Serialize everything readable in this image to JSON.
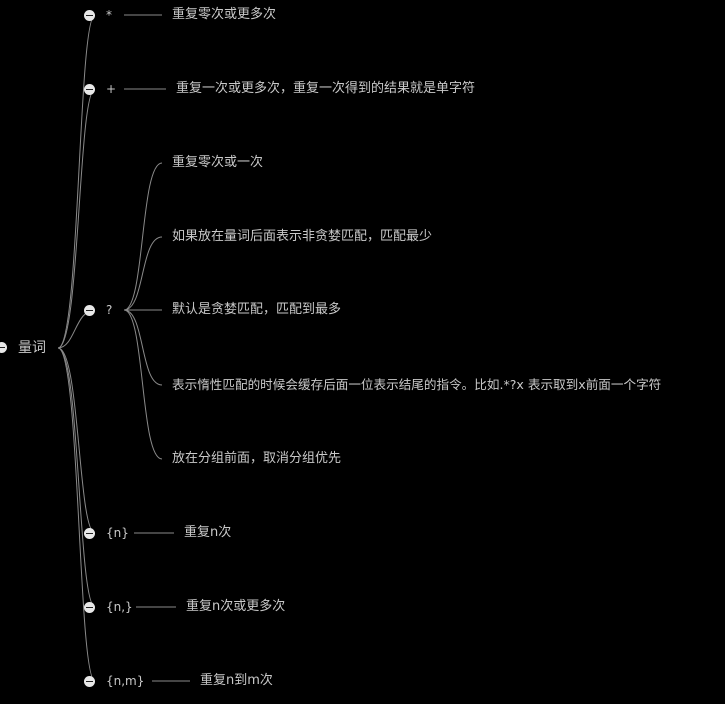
{
  "root": {
    "label": "量词"
  },
  "branches": [
    {
      "key": "*",
      "desc": "重复零次或更多次"
    },
    {
      "key": "+",
      "desc": "重复一次或更多次，重复一次得到的结果就是单字符"
    },
    {
      "key": "?",
      "children": [
        "重复零次或一次",
        "如果放在量词后面表示非贪婪匹配，匹配最少",
        "默认是贪婪匹配，匹配到最多",
        "表示惰性匹配的时候会缓存后面一位表示结尾的指令。比如.*?x 表示取到x前面一个字符",
        "放在分组前面，取消分组优先"
      ]
    },
    {
      "key": "{n}",
      "desc": "重复n次"
    },
    {
      "key": "{n,}",
      "desc": "重复n次或更多次"
    },
    {
      "key": "{n,m}",
      "desc": "重复n到m次"
    }
  ],
  "colors": {
    "background": "#000000",
    "line": "#8a8a8a",
    "text": "#c9c9c9",
    "node": "#e8e8e8"
  }
}
